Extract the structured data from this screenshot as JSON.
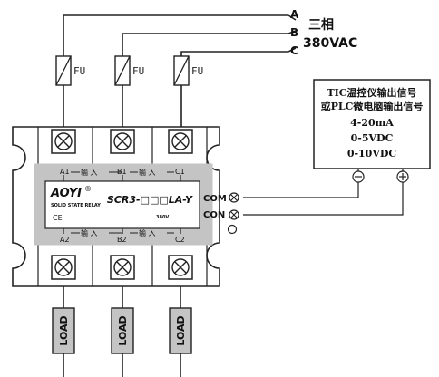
{
  "phases": [
    {
      "label": "A"
    },
    {
      "label": "B"
    },
    {
      "label": "C"
    }
  ],
  "supply": {
    "title": "三相",
    "voltage": "380VAC"
  },
  "fuse_label": "FU",
  "signal_box": {
    "lines": [
      "TIC温控仪输出信号",
      "或PLC微电脑输出信号",
      "4-20mA",
      "0-5VDC",
      "0-10VDC"
    ]
  },
  "relay": {
    "brand": "AOYI",
    "registered": "®",
    "subtitle": "SOLID STATE RELAY",
    "ce": "CE",
    "model": "SCR3-□□□LA-Y",
    "rating": "380V",
    "top_terminals": [
      "A1",
      "B1",
      "C1"
    ],
    "bottom_terminals": [
      "A2",
      "B2",
      "C2"
    ],
    "arrow_text": "输 入",
    "com": "COM",
    "con": "CON"
  },
  "load_label": "LOAD"
}
